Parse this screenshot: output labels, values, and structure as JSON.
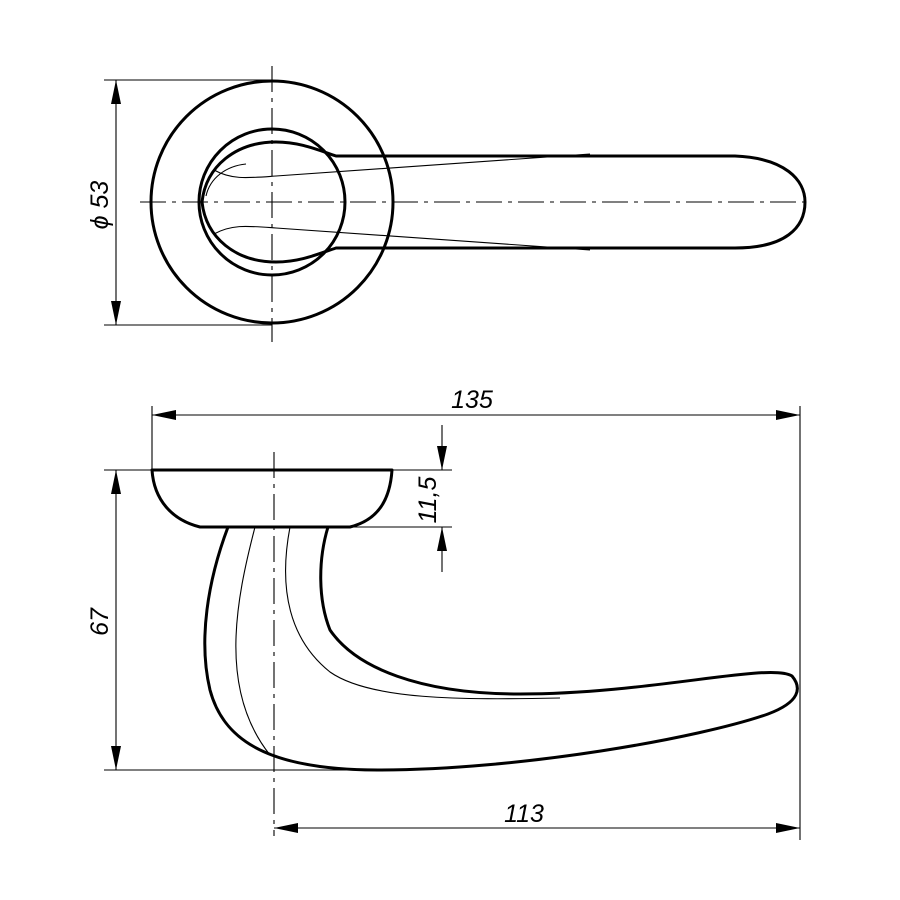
{
  "dimensions": {
    "rose_diameter": "ϕ 53",
    "total_length": "135",
    "rose_height": "11,5",
    "lever_drop": "67",
    "lever_reach": "113"
  }
}
